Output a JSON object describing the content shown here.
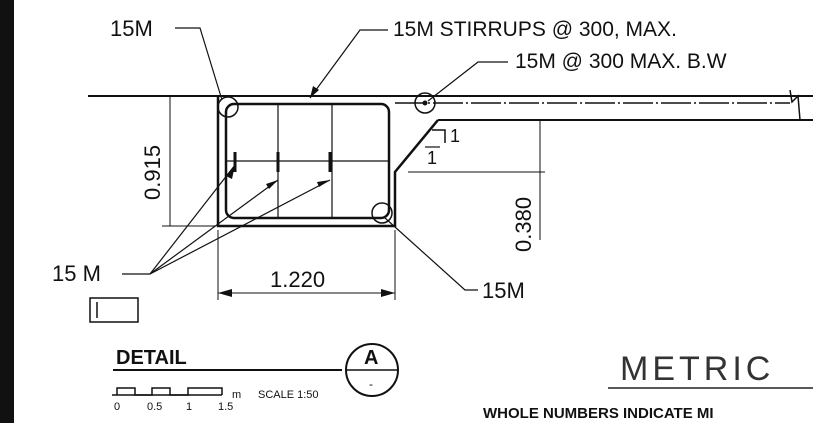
{
  "drawing": {
    "labels": {
      "top_left_bar": "15M",
      "stirrups": "15M STIRRUPS @ 300, MAX.",
      "bottom_bars_bw": "15M @ 300 MAX. B.W",
      "bottom_left_bars": "15 M",
      "bottom_right_bar": "15M"
    },
    "dimensions": {
      "height": "0.915",
      "width": "1.220",
      "drop": "0.380",
      "slope_rise": "1",
      "slope_run": "1"
    },
    "title_block": {
      "title": "DETAIL",
      "marker_letter": "A",
      "marker_sheet": "-",
      "scale_text": "SCALE 1:50",
      "scale_unit": "m",
      "scale_ticks": [
        "0",
        "0.5",
        "1",
        "1.5"
      ],
      "units_heading": "METRIC",
      "units_note": "WHOLE NUMBERS INDICATE MI"
    }
  }
}
